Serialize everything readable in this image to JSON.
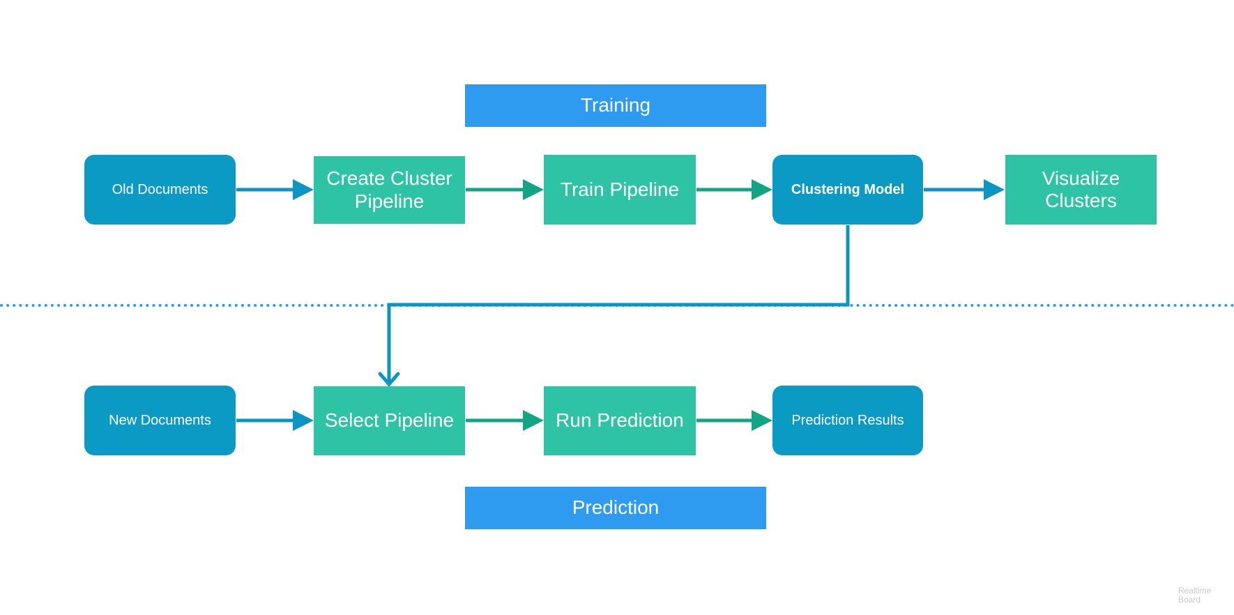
{
  "banners": {
    "training": "Training",
    "prediction": "Prediction"
  },
  "training_row": {
    "old_documents": "Old Documents",
    "create_cluster_pipeline": "Create Cluster Pipeline",
    "train_pipeline": "Train Pipeline",
    "clustering_model": "Clustering Model",
    "visualize_clusters": "Visualize Clusters"
  },
  "prediction_row": {
    "new_documents": "New Documents",
    "select_pipeline": "Select Pipeline",
    "run_prediction": "Run Prediction",
    "prediction_results": "Prediction Results"
  },
  "watermark": "Realtime Board",
  "colors": {
    "data_node": "#0b9ac4",
    "process_node": "#2fc3a5",
    "banner": "#2e9bf0",
    "blue_arrow": "#0b95c2",
    "green_arrow": "#12a585",
    "divider": "#2e9bf0"
  }
}
